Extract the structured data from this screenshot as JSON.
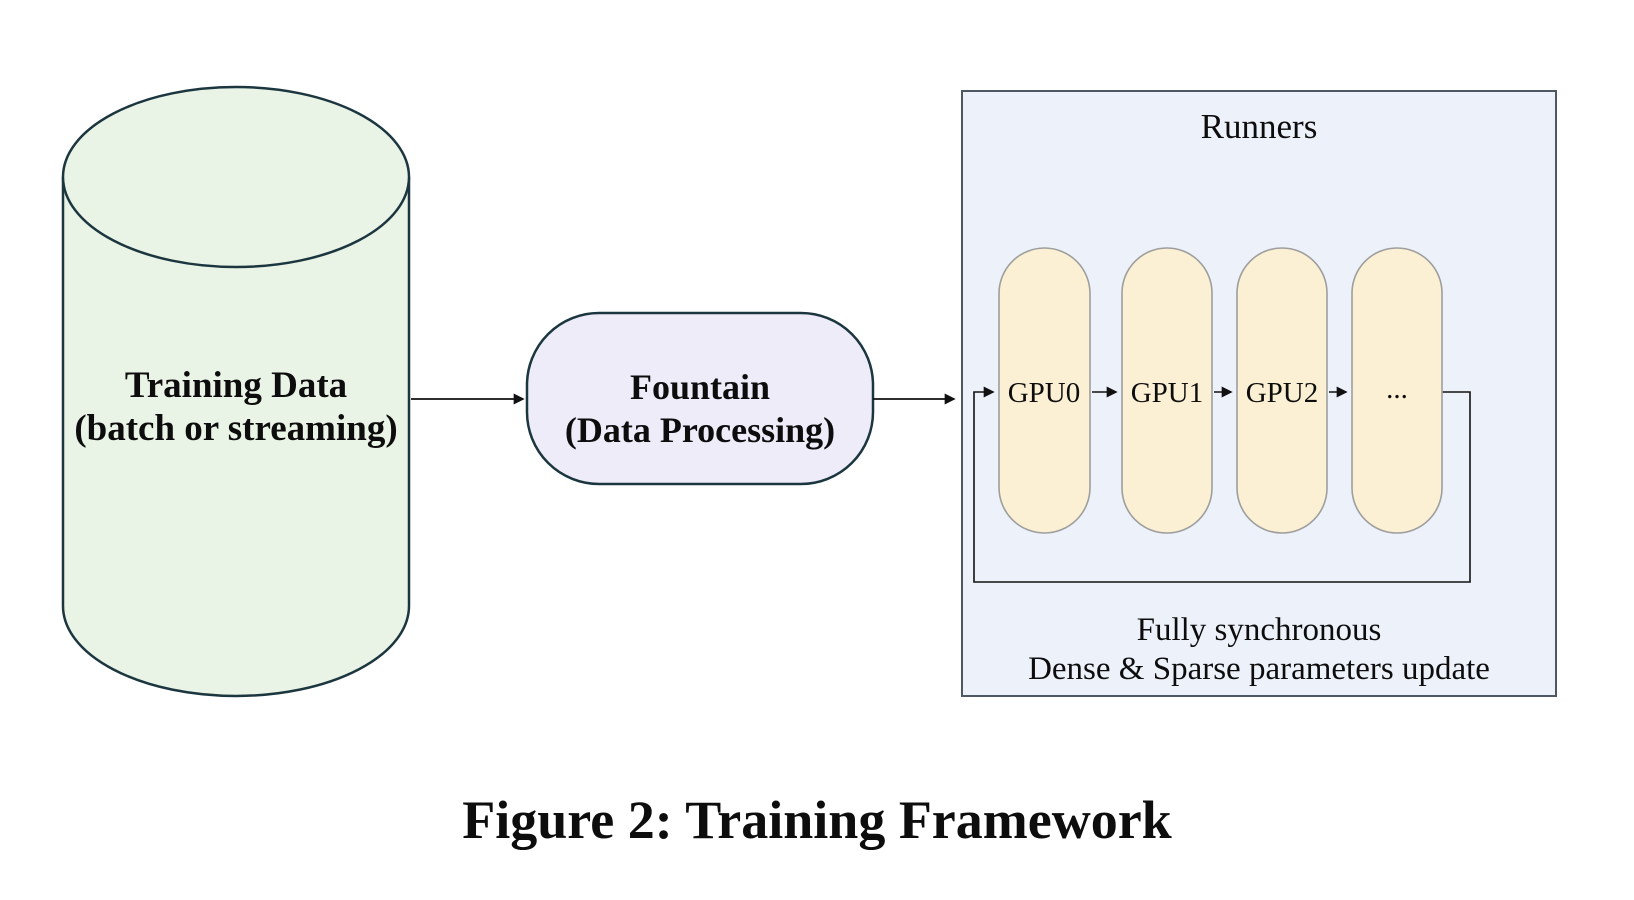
{
  "figure": {
    "caption": "Figure 2: Training Framework"
  },
  "training_data": {
    "label_line1": "Training Data",
    "label_line2": "(batch or streaming)",
    "fill": "#eaf4e6",
    "stroke": "#1c3640"
  },
  "fountain": {
    "label_line1": "Fountain",
    "label_line2": "(Data Processing)",
    "fill": "#efecf9",
    "stroke": "#1c3640"
  },
  "runners": {
    "title": "Runners",
    "fill": "#edf2fa",
    "stroke": "#4e5862",
    "note_line1": "Fully synchronous",
    "note_line2": "Dense & Sparse parameters update",
    "gpu_fill": "#fbf0d3",
    "gpu_stroke": "#9e9e9e",
    "gpus": [
      {
        "label": "GPU0"
      },
      {
        "label": "GPU1"
      },
      {
        "label": "GPU2"
      },
      {
        "label": "..."
      }
    ]
  },
  "connector_color": "#111111"
}
